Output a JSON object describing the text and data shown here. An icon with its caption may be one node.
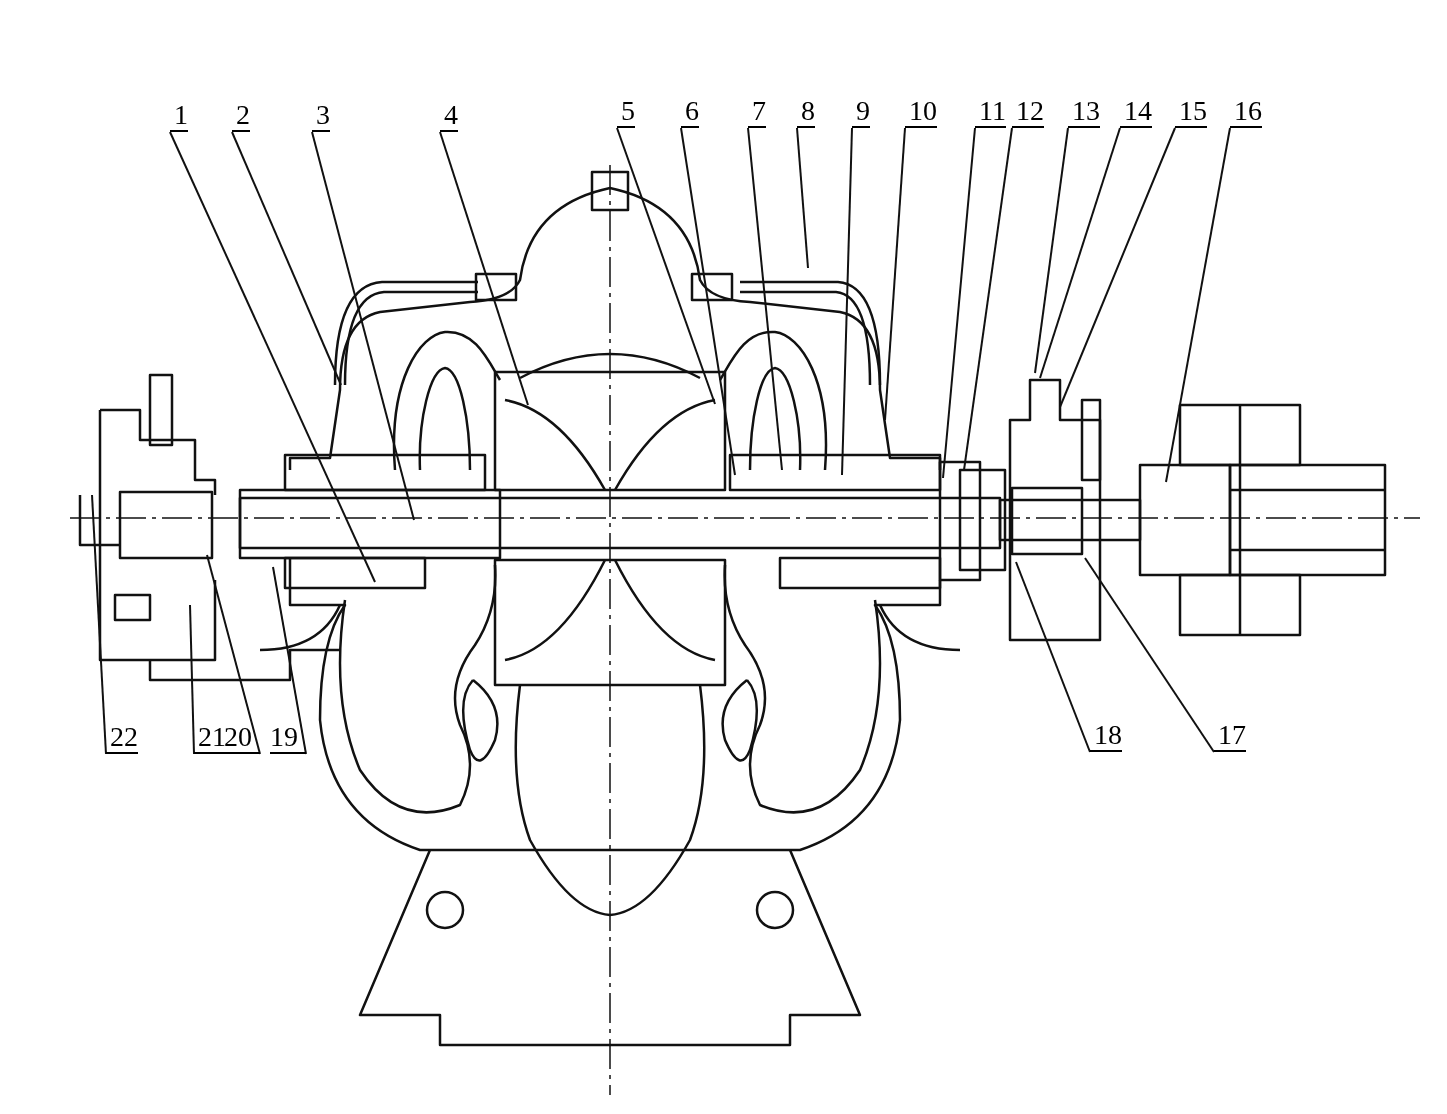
{
  "diagram": {
    "nodes": [
      {
        "text": [
          "1"
        ]
      },
      {
        "text": [
          "2"
        ]
      },
      {
        "text": [
          "3"
        ]
      },
      {
        "text": [
          "4"
        ]
      },
      {
        "text": [
          "5"
        ]
      },
      {
        "text": [
          "6"
        ]
      },
      {
        "text": [
          "7"
        ]
      },
      {
        "text": [
          "8"
        ]
      },
      {
        "text": [
          "9"
        ]
      },
      {
        "text": [
          "10"
        ]
      },
      {
        "text": [
          "11"
        ]
      },
      {
        "text": [
          "12"
        ]
      },
      {
        "text": [
          "13"
        ]
      },
      {
        "text": [
          "14"
        ]
      },
      {
        "text": [
          "15"
        ]
      },
      {
        "text": [
          "16"
        ]
      },
      {
        "text": [
          "22"
        ]
      },
      {
        "text": [
          "21"
        ]
      },
      {
        "text": [
          "20"
        ]
      },
      {
        "text": [
          "19"
        ]
      },
      {
        "text": [
          "18"
        ]
      },
      {
        "text": [
          "17"
        ]
      }
    ],
    "edges": [
      {
        "from": 0,
        "to": null,
        "arrow": "none"
      },
      {
        "from": 1,
        "to": null,
        "arrow": "none"
      },
      {
        "from": 2,
        "to": null,
        "arrow": "none"
      },
      {
        "from": 3,
        "to": null,
        "arrow": "none"
      },
      {
        "from": 4,
        "to": null,
        "arrow": "none"
      },
      {
        "from": 5,
        "to": null,
        "arrow": "none"
      },
      {
        "from": 6,
        "to": null,
        "arrow": "none"
      },
      {
        "from": 7,
        "to": null,
        "arrow": "none"
      },
      {
        "from": 8,
        "to": null,
        "arrow": "none"
      },
      {
        "from": 9,
        "to": null,
        "arrow": "none"
      },
      {
        "from": 10,
        "to": null,
        "arrow": "none"
      },
      {
        "from": 11,
        "to": null,
        "arrow": "none"
      },
      {
        "from": 12,
        "to": null,
        "arrow": "none"
      },
      {
        "from": 13,
        "to": null,
        "arrow": "none"
      },
      {
        "from": 14,
        "to": null,
        "arrow": "none"
      },
      {
        "from": 15,
        "to": null,
        "arrow": "none"
      },
      {
        "from": 16,
        "to": null,
        "arrow": "none"
      },
      {
        "from": 17,
        "to": null,
        "arrow": "none"
      },
      {
        "from": 18,
        "to": null,
        "arrow": "none"
      },
      {
        "from": 19,
        "to": null,
        "arrow": "none"
      },
      {
        "from": 20,
        "to": null,
        "arrow": "none"
      },
      {
        "from": 21,
        "to": null,
        "arrow": "none"
      }
    ]
  }
}
